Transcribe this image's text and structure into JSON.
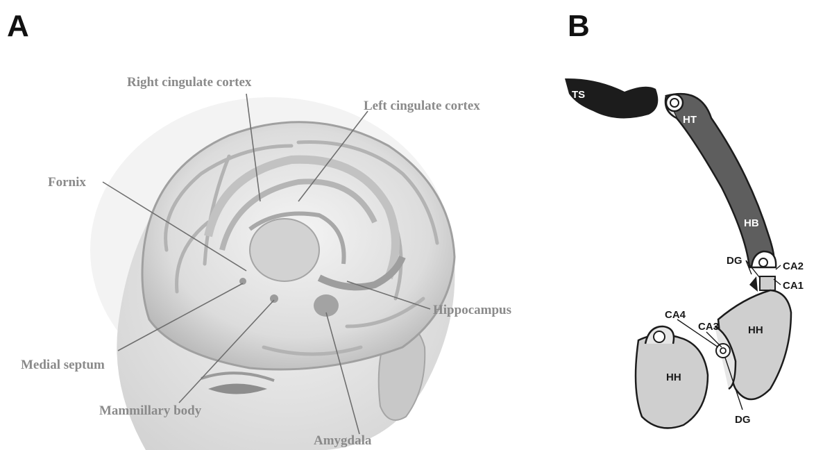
{
  "panels": {
    "a": {
      "letter": "A",
      "labels": {
        "right_cingulate": "Right cingulate cortex",
        "left_cingulate": "Left cingulate cortex",
        "fornix": "Fornix",
        "hippocampus": "Hippocampus",
        "medial_septum": "Medial septum",
        "mammillary_body": "Mammillary body",
        "amygdala": "Amygdala"
      }
    },
    "b": {
      "letter": "B",
      "labels": {
        "ts": "TS",
        "ht": "HT",
        "hb": "HB",
        "dg_top": "DG",
        "ca2": "CA2",
        "ca1": "CA1",
        "ca4": "CA4",
        "ca3": "CA3",
        "hh_right": "HH",
        "hh_left": "HH",
        "dg_bottom": "DG"
      }
    }
  },
  "colors": {
    "label_gray": "#8a8a8a",
    "tail_dark": "#1c1c1c",
    "body_dark": "#5e5e5e",
    "head_light": "#cfcfcf"
  }
}
